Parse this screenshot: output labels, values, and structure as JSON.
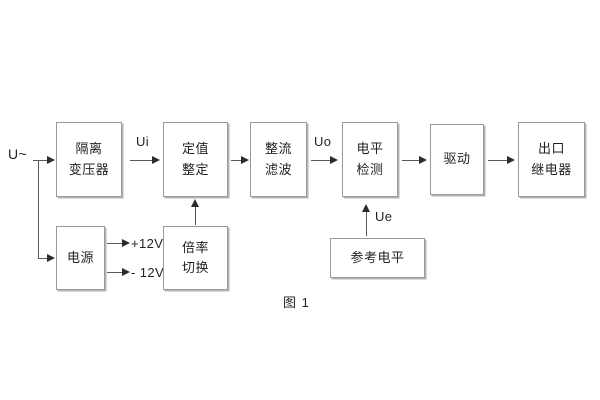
{
  "figure": {
    "caption": "图 1",
    "background_color": "#ffffff",
    "line_color": "#5a5a5a",
    "box_border_color": "#9a9a9a",
    "text_color": "#231f20"
  },
  "input_label": "U~",
  "blocks": [
    {
      "id": "isolation-transformer",
      "lines": [
        "隔离",
        "变压器"
      ]
    },
    {
      "id": "setting-value",
      "lines": [
        "定值",
        "整定"
      ]
    },
    {
      "id": "rectifier-filter",
      "lines": [
        "整流",
        "滤波"
      ]
    },
    {
      "id": "level-detection",
      "lines": [
        "电平",
        "检测"
      ]
    },
    {
      "id": "driver",
      "lines": [
        "驱动"
      ]
    },
    {
      "id": "output-relay",
      "lines": [
        "出口",
        "继电器"
      ]
    },
    {
      "id": "power-supply",
      "lines": [
        "电源"
      ]
    },
    {
      "id": "multiplier-switch",
      "lines": [
        "倍率",
        "切换"
      ]
    },
    {
      "id": "reference-level",
      "lines": [
        "参考电平"
      ]
    }
  ],
  "signal_labels": {
    "ui": "Ui",
    "uo": "Uo",
    "ue": "Ue"
  },
  "power_rails": [
    {
      "label": "+12V"
    },
    {
      "label": "- 12V"
    }
  ]
}
